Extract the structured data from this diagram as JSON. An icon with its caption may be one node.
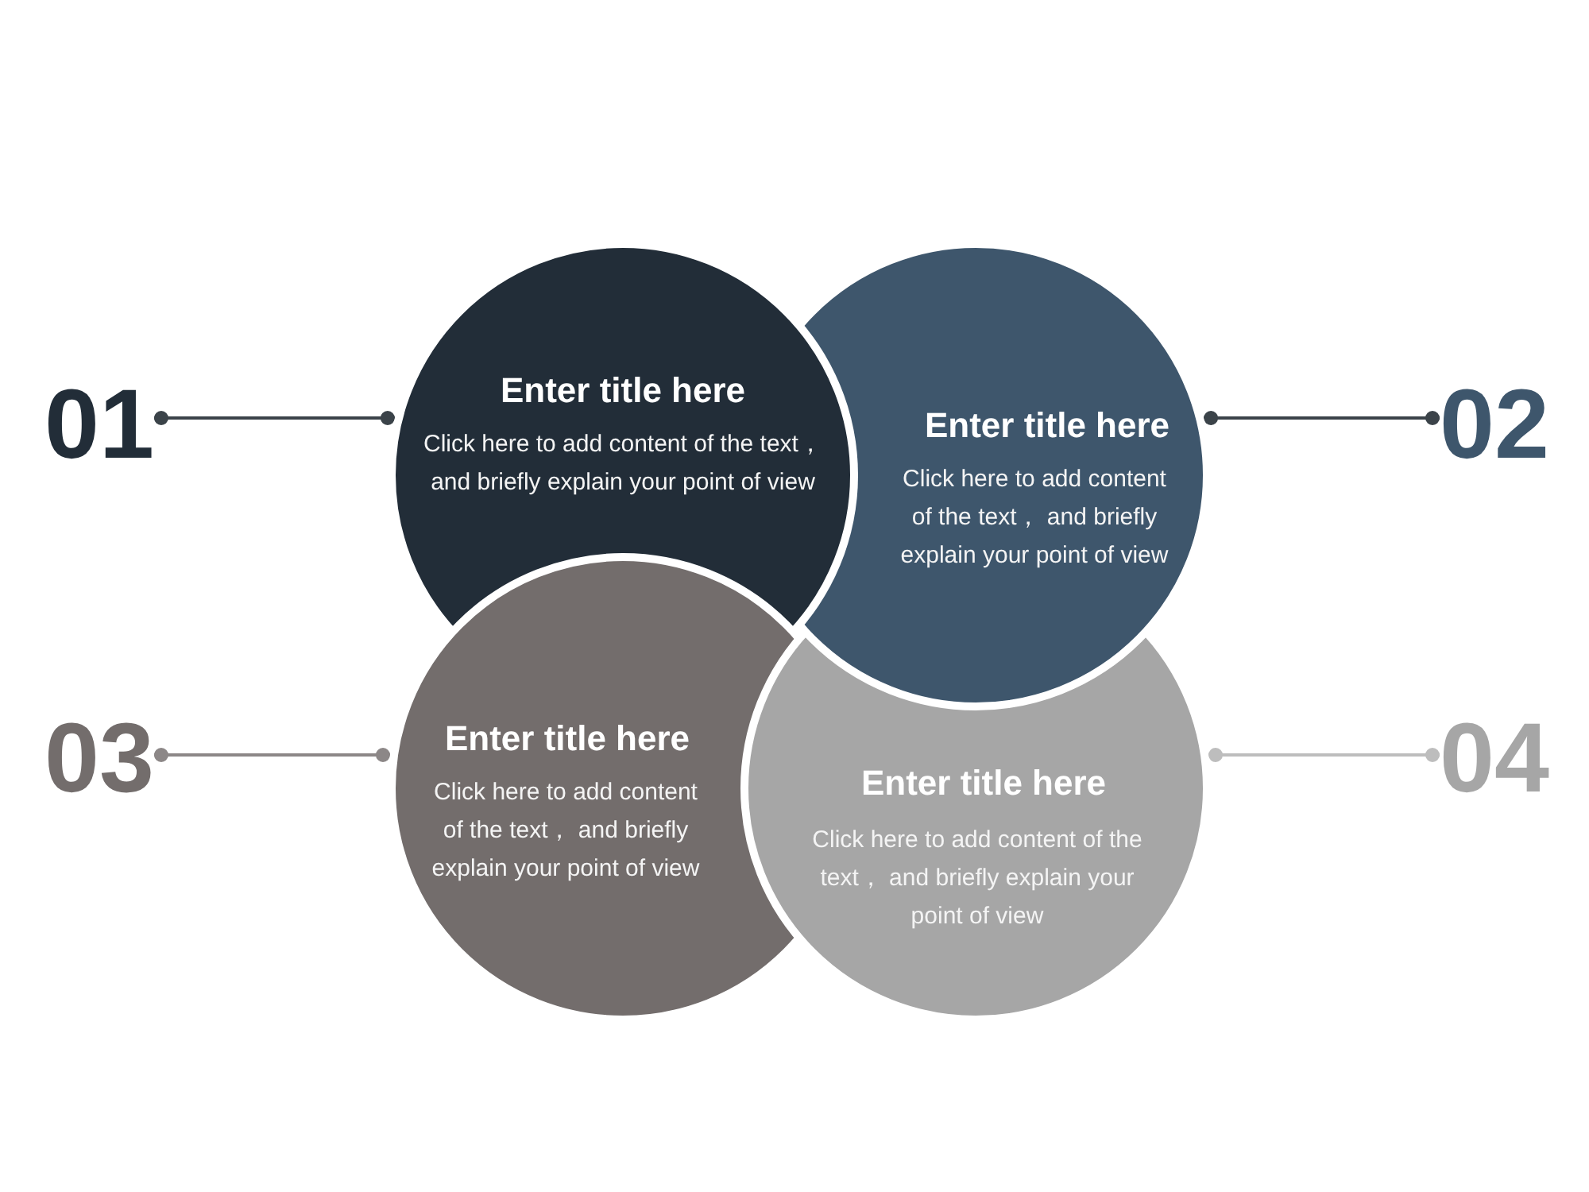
{
  "diagram": {
    "nodes": [
      {
        "text": [
          "01"
        ]
      },
      {
        "text": [
          "Enter title here",
          "Click here to add content of the text， and briefly explain your point of view"
        ]
      },
      {
        "text": [
          "Enter title here",
          "Click here to add content of the text， and briefly explain your point of view"
        ]
      },
      {
        "text": [
          "02"
        ]
      },
      {
        "text": [
          "03"
        ]
      },
      {
        "text": [
          "Enter title here",
          "Click here to add content of the text， and briefly explain your point of view"
        ]
      },
      {
        "text": [
          "Enter title here",
          "Click here to add content of the text， and briefly explain your point of view"
        ]
      },
      {
        "text": [
          "04"
        ]
      }
    ],
    "edges": [
      {
        "from": 0,
        "to": 1,
        "arrow": "other",
        "color": "#3b4349"
      },
      {
        "from": 3,
        "to": 2,
        "arrow": "other",
        "color": "#3b4349"
      },
      {
        "from": 4,
        "to": 5,
        "arrow": "other",
        "color": "#8c8787"
      },
      {
        "from": 7,
        "to": 6,
        "arrow": "other",
        "color": "#bdbdbd"
      }
    ]
  }
}
